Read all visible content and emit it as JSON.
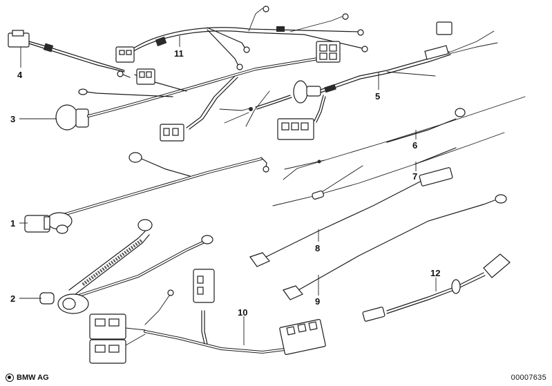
{
  "diagram": {
    "parts": [
      {
        "num": "1"
      },
      {
        "num": "2"
      },
      {
        "num": "3"
      },
      {
        "num": "4"
      },
      {
        "num": "5"
      },
      {
        "num": "6"
      },
      {
        "num": "7"
      },
      {
        "num": "8"
      },
      {
        "num": "9"
      },
      {
        "num": "10"
      },
      {
        "num": "11"
      },
      {
        "num": "12"
      }
    ]
  },
  "footer": {
    "brand": "BMW AG",
    "doc_number": "00007635"
  },
  "icons": {
    "brand_logo": "bmw-roundel-icon"
  }
}
